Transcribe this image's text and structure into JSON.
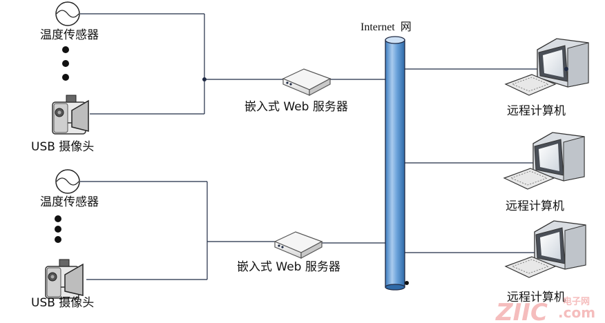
{
  "diagram": {
    "network_label": "Internet  网",
    "groups": [
      {
        "sensor_label": "温度传感器",
        "camera_label": "USB  摄像头",
        "server_label": "嵌入式 Web 服务器"
      },
      {
        "sensor_label": "温度传感器",
        "camera_label": "USB  摄像头",
        "server_label": "嵌入式 Web 服务器"
      }
    ],
    "computers": [
      {
        "label": "远程计算机"
      },
      {
        "label": "远程计算机"
      },
      {
        "label": "远程计算机"
      }
    ],
    "watermark": {
      "brand": "ZIIC",
      "domain": ".com",
      "tagline": "电子网"
    },
    "colors": {
      "line": "#1f2a44",
      "bus_fill": "#4f8fcf",
      "bus_light": "#a9cbee",
      "watermark": "#f2a7a7"
    }
  }
}
